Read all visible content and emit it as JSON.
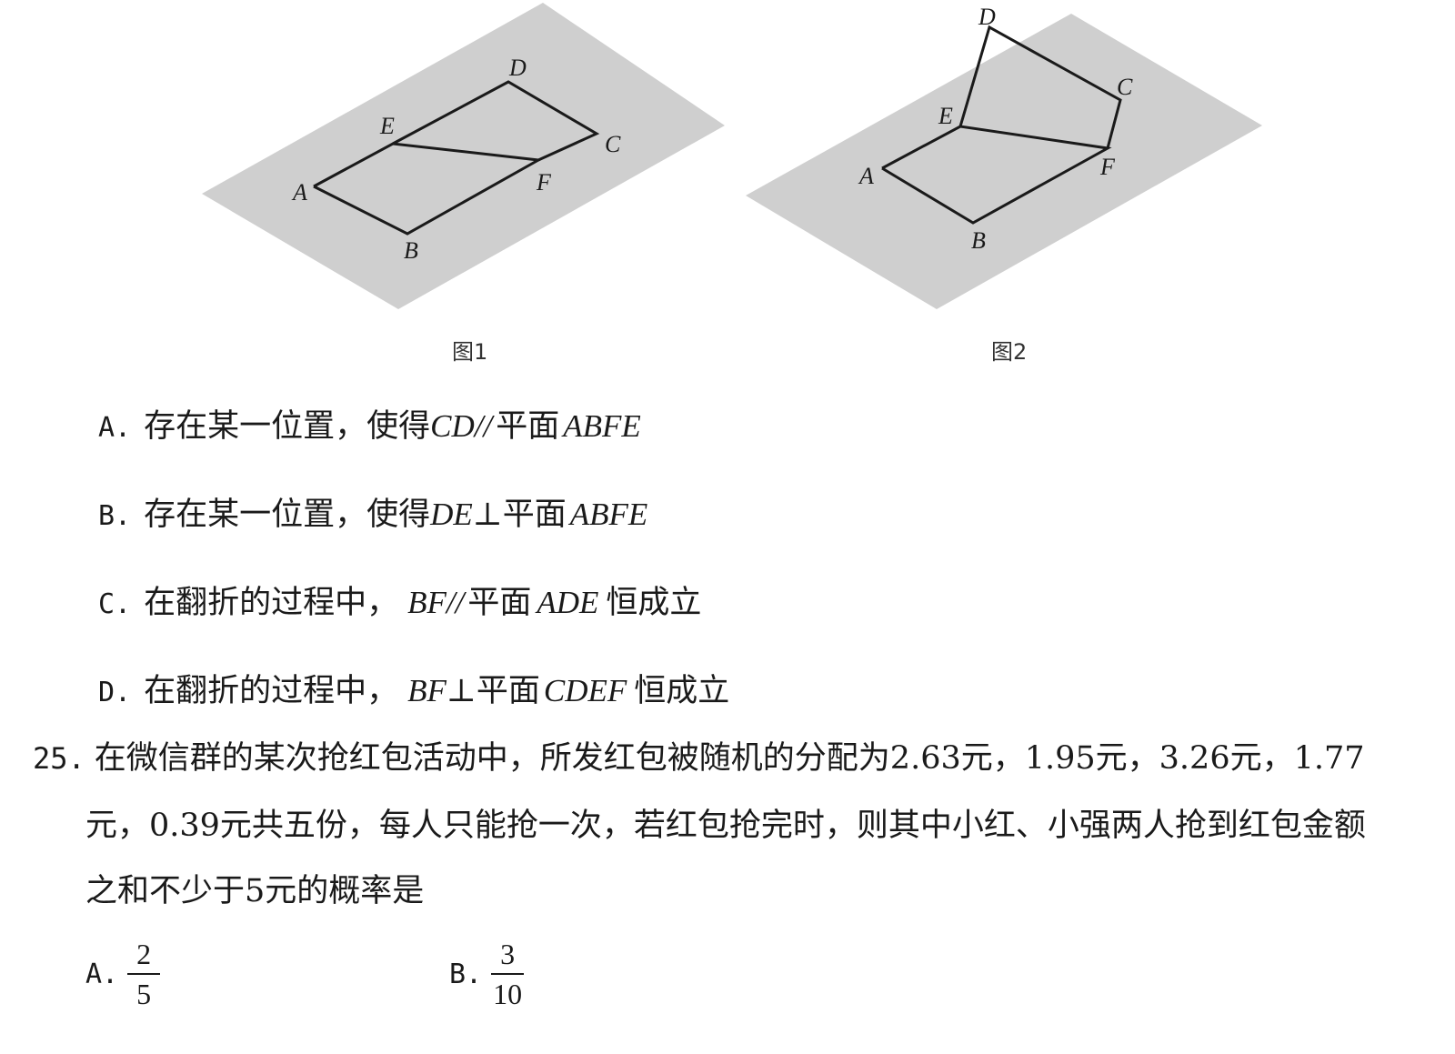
{
  "figures": [
    {
      "caption": "图1",
      "labels": {
        "A": "A",
        "B": "B",
        "C": "C",
        "D": "D",
        "E": "E",
        "F": "F"
      }
    },
    {
      "caption": "图2",
      "labels": {
        "A": "A",
        "B": "B",
        "C": "C",
        "D": "D",
        "E": "E",
        "F": "F"
      }
    }
  ],
  "q24_options": [
    {
      "key": "A.",
      "pre": "存在某一位置，使得",
      "math1": "CD//",
      "mid": "平面",
      "math2": "ABFE",
      "post": ""
    },
    {
      "key": "B.",
      "pre": "存在某一位置，使得",
      "math1": "DE⊥",
      "mid": "平面",
      "math2": "ABFE",
      "post": ""
    },
    {
      "key": "C.",
      "pre": "在翻折的过程中，",
      "math1": "BF//",
      "mid": "平面",
      "math2": "ADE",
      "post": "恒成立"
    },
    {
      "key": "D.",
      "pre": "在翻折的过程中，",
      "math1": "BF⊥",
      "mid": "平面",
      "math2": "CDEF",
      "post": "恒成立"
    }
  ],
  "q25": {
    "number": "25.",
    "line1": "在微信群的某次抢红包活动中，所发红包被随机的分配为2.63元，1.95元，3.26元，1.77",
    "line2": "元，0.39元共五份，每人只能抢一次，若红包抢完时，则其中小红、小强两人抢到红包金额",
    "line3": "之和不少于5元的概率是",
    "choices": [
      {
        "key": "A.",
        "numerator": "2",
        "denominator": "5"
      },
      {
        "key": "B.",
        "numerator": "3",
        "denominator": "10"
      }
    ]
  }
}
